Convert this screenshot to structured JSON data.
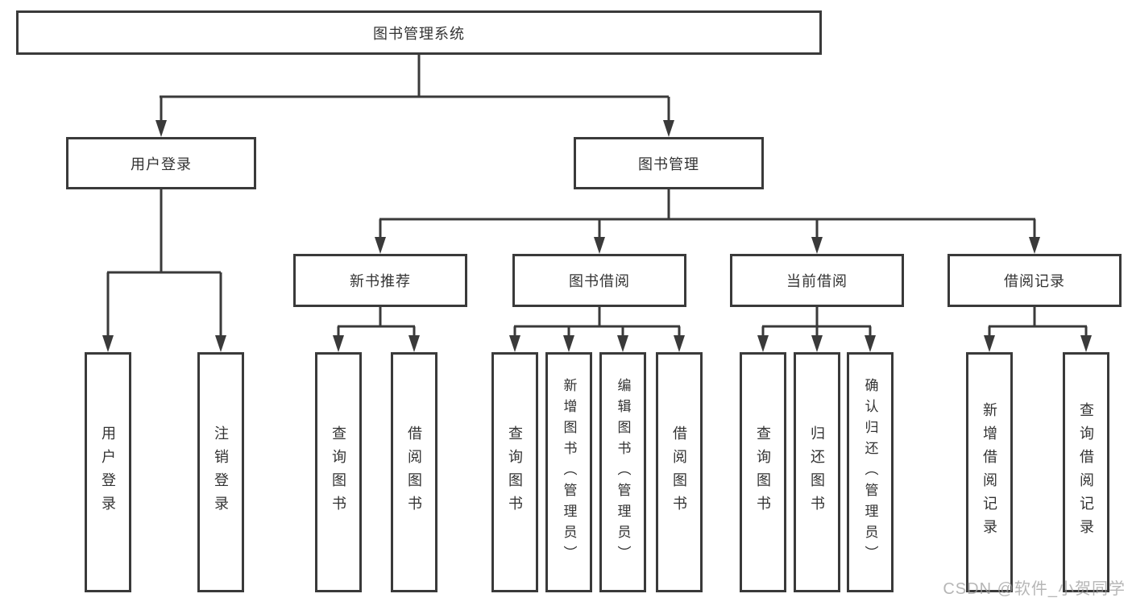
{
  "diagram_type": "hierarchy-tree",
  "nodes": {
    "root": "图书管理系统",
    "user_login": "用户登录",
    "book_mgmt": "图书管理",
    "new_book_rec": "新书推荐",
    "book_borrow": "图书借阅",
    "current_borrow": "当前借阅",
    "borrow_record": "借阅记录",
    "leaf_user_login": "用户登录",
    "leaf_logout": "注销登录",
    "leaf_query_book_1": "查询图书",
    "leaf_borrow_book_1": "借阅图书",
    "leaf_query_book_2": "查询图书",
    "leaf_add_book": "新增图书（管理员）",
    "leaf_edit_book": "编辑图书（管理员）",
    "leaf_borrow_book_2": "借阅图书",
    "leaf_query_book_3": "查询图书",
    "leaf_return_book": "归还图书",
    "leaf_confirm_return": "确认归还（管理员）",
    "leaf_add_record": "新增借阅记录",
    "leaf_query_record": "查询借阅记录"
  },
  "tree": {
    "root": "图书管理系统",
    "branches": [
      {
        "label": "用户登录",
        "children": [
          "用户登录",
          "注销登录"
        ]
      },
      {
        "label": "图书管理",
        "groups": [
          {
            "label": "新书推荐",
            "children": [
              "查询图书",
              "借阅图书"
            ]
          },
          {
            "label": "图书借阅",
            "children": [
              "查询图书",
              "新增图书（管理员）",
              "编辑图书（管理员）",
              "借阅图书"
            ]
          },
          {
            "label": "当前借阅",
            "children": [
              "查询图书",
              "归还图书",
              "确认归还（管理员）"
            ]
          },
          {
            "label": "借阅记录",
            "children": [
              "新增借阅记录",
              "查询借阅记录"
            ]
          }
        ]
      }
    ]
  },
  "watermark": "CSDN @软件_小贺同学",
  "colors": {
    "line": "#3a3a3a",
    "text": "#333333",
    "background": "#ffffff",
    "watermark": "#9e9e9e"
  }
}
